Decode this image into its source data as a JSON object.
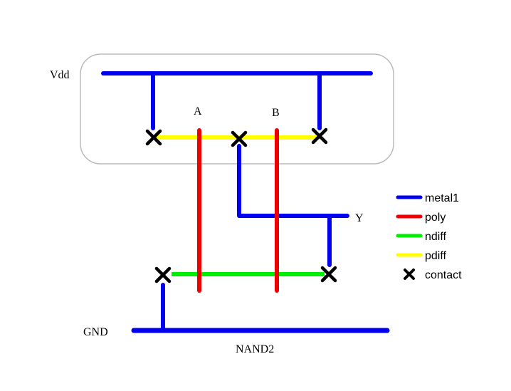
{
  "colors": {
    "metal1": "#0000ee",
    "poly": "#ee0000",
    "ndiff": "#00ee00",
    "pdiff": "#ffff00",
    "contact": "#000000",
    "well_outline": "#bbbbbb"
  },
  "labels": {
    "vdd": "Vdd",
    "gnd": "GND",
    "input_a": "A",
    "input_b": "B",
    "output_y": "Y",
    "caption": "NAND2"
  },
  "legend": [
    {
      "key": "metal1",
      "label": "metal1",
      "icon": "line"
    },
    {
      "key": "poly",
      "label": "poly",
      "icon": "line"
    },
    {
      "key": "ndiff",
      "label": "ndiff",
      "icon": "line"
    },
    {
      "key": "pdiff",
      "label": "pdiff",
      "icon": "line"
    },
    {
      "key": "contact",
      "label": "contact",
      "icon": "x-mark"
    }
  ]
}
